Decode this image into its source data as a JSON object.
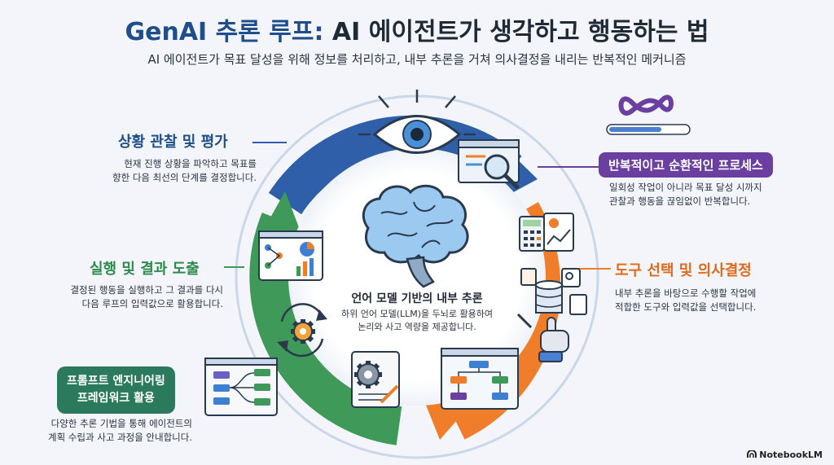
{
  "title": {
    "highlight": "GenAI 추론 루프:",
    "rest": " AI 에이전트가 생각하고 행동하는 법"
  },
  "subtitle": "AI 에이전트가 목표 달성을 위해 정보를 처리하고, 내부 추론을 거쳐 의사결정을 내리는 반복적인 메커니즘",
  "sections": {
    "observe": {
      "heading": "상황 관찰 및 평가",
      "desc_line1": "현재 진행 상황을 파악하고 목표를",
      "desc_line2": "향한 다음 최선의 단계를 결정합니다."
    },
    "repeat": {
      "heading": "반복적이고 순환적인 프로세스",
      "desc_line1": "일회성 작업이 아니라 목표 달성 시까지",
      "desc_line2": "관찰과 행동을 끊임없이 반복합니다."
    },
    "tool": {
      "heading": "도구 선택 및 의사결정",
      "desc_line1": "내부 추론을 바탕으로 수행할 작업에",
      "desc_line2": "적합한 도구와 입력값을 선택합니다."
    },
    "execute": {
      "heading": "실행 및 결과 도출",
      "desc_line1": "결정된 행동을 실행하고 그 결과를 다시",
      "desc_line2": "다음 루프의 입력값으로 활용합니다."
    },
    "prompt": {
      "heading_line1": "프롬프트 엔지니어링",
      "heading_line2": "프레임워크 활용",
      "desc_line1": "다양한 추론 기법을 통해 에이전트의",
      "desc_line2": "계획 수립과 사고 과정을 안내합니다."
    }
  },
  "center": {
    "title": "언어 모델 기반의 내부 추론",
    "desc_line1": "하위 언어 모델(LLM)을 두뇌로 활용하여",
    "desc_line2": "논리와 사고 역량을 제공합니다."
  },
  "brand": "NotebookLM",
  "colors": {
    "blue": "#2f5fa8",
    "orange": "#f07d2a",
    "green": "#3f9a5a",
    "purple": "#6a3fa0",
    "teal": "#2b7a5e"
  },
  "icons": [
    "eye-icon",
    "magnifier-icon",
    "infinity-icon",
    "calculator-icon",
    "chart-icon",
    "database-icon",
    "robot-hand-icon",
    "flowchart-icon",
    "gear-document-icon",
    "gear-cycle-icon",
    "dashboard-icon",
    "brain-icon",
    "framework-icon",
    "notebooklm-logo-icon"
  ]
}
